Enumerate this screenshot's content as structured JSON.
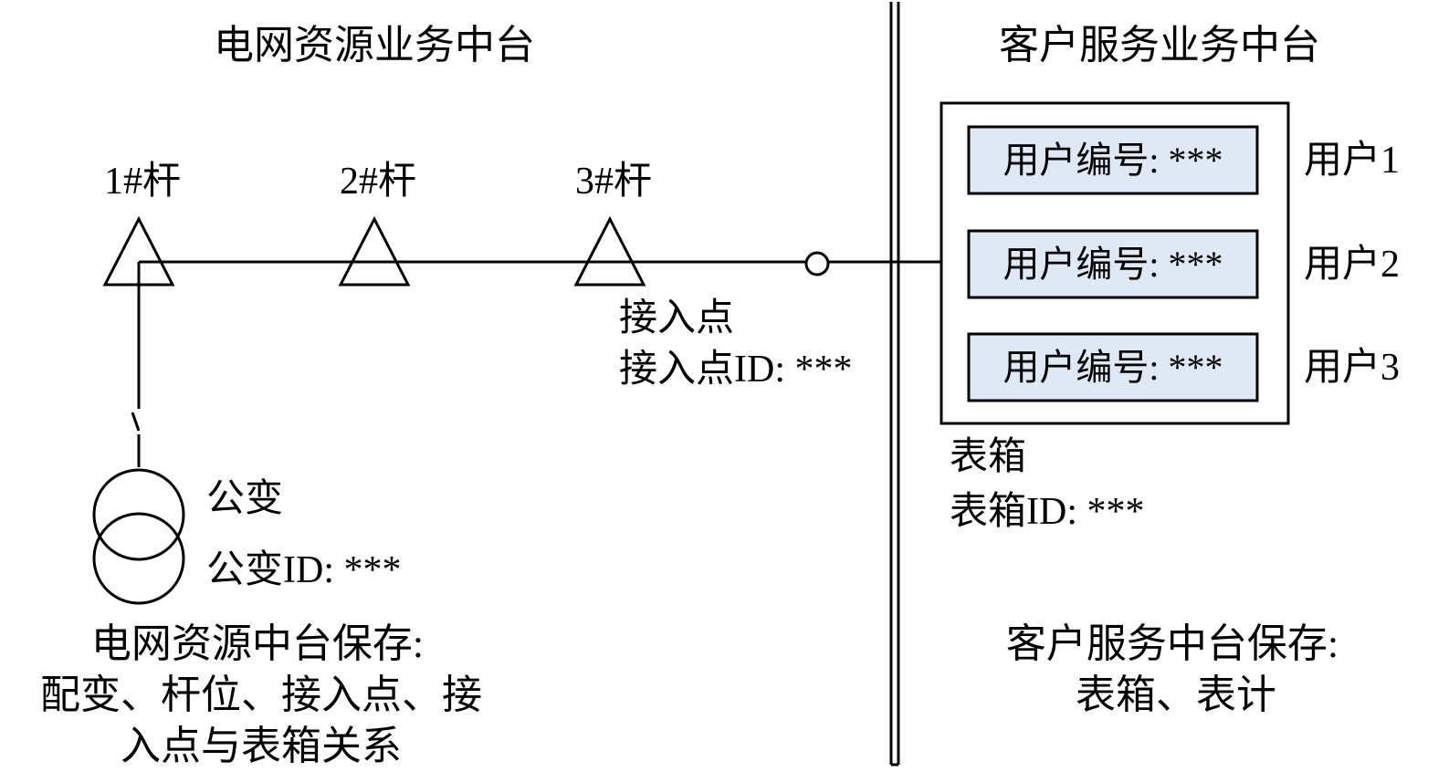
{
  "left_title": "电网资源业务中台",
  "right_title": "客户服务业务中台",
  "poles": [
    "1#杆",
    "2#杆",
    "3#杆"
  ],
  "access_point": {
    "label": "接入点",
    "id": "接入点ID: ***"
  },
  "transformer": {
    "label": "公变",
    "id": "公变ID: ***"
  },
  "meter_box": {
    "label": "表箱",
    "id": "表箱ID: ***",
    "entries": [
      {
        "field": "用户编号: ***",
        "user": "用户1"
      },
      {
        "field": "用户编号: ***",
        "user": "用户2"
      },
      {
        "field": "用户编号: ***",
        "user": "用户3"
      }
    ]
  },
  "left_note": [
    "电网资源中台保存:",
    "配变、杆位、接入点、接",
    "入点与表箱关系"
  ],
  "right_note": [
    "客户服务中台保存:",
    "表箱、表计"
  ],
  "colors": {
    "box_fill": "#dfe8f5",
    "stroke": "#000000"
  }
}
